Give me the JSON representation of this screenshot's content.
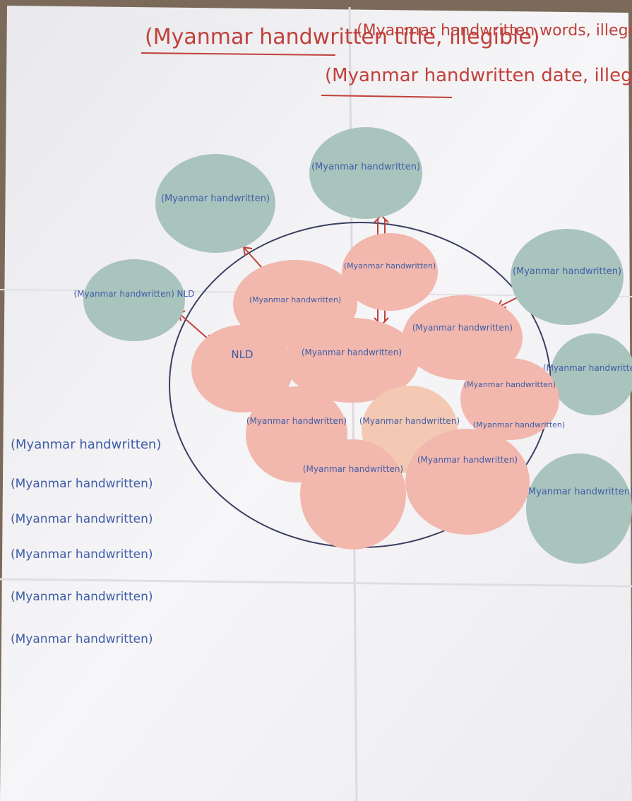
{
  "poster": {
    "title": "(Myanmar handwritten title, illegible)",
    "title_right": "(Myanmar handwritten words, illegible)",
    "date": "(Myanmar handwritten date, illegible)",
    "paper_color": "#f4f3f4",
    "ink_red": "#c0403a",
    "ink_blue": "#3f5ea8"
  },
  "outer_circles": [
    {
      "text": "(Myanmar handwritten)",
      "color": "#a9c3bd"
    },
    {
      "text": "(Myanmar handwritten)",
      "color": "#a9c3bd"
    },
    {
      "text": "(Myanmar handwritten) NLD",
      "color": "#a9c3bd"
    },
    {
      "text": "(Myanmar handwritten)",
      "color": "#a9c3bd"
    },
    {
      "text": "(Myanmar handwritten)",
      "color": "#a9c3bd"
    },
    {
      "text": "(Myanmar handwritten)",
      "color": "#a9c3bd"
    }
  ],
  "inner_circles": [
    {
      "text": "(Myanmar handwritten)",
      "color": "#f2b7ad"
    },
    {
      "text": "(Myanmar handwritten)",
      "color": "#f2b7ad"
    },
    {
      "text": "NLD",
      "color": "#f2b7ad"
    },
    {
      "text": "(Myanmar handwritten)",
      "color": "#f2b7ad"
    },
    {
      "text": "(Myanmar handwritten)",
      "color": "#f2b7ad"
    },
    {
      "text": "(Myanmar handwritten)",
      "color": "#f2b7ad"
    },
    {
      "text": "(Myanmar handwritten)",
      "color": "#f2b7ad"
    },
    {
      "text": "(Myanmar handwritten)",
      "color": "#f2b7ad"
    },
    {
      "text": "(Myanmar handwritten)",
      "color": "#f2b7ad"
    },
    {
      "text": "(Myanmar handwritten)",
      "color": "#f2b7ad"
    },
    {
      "text": "(Myanmar handwritten)",
      "color": "#f2b7ad"
    }
  ],
  "participants": {
    "heading": "(Myanmar handwritten)",
    "names": [
      "(Myanmar handwritten)",
      "(Myanmar handwritten)",
      "(Myanmar handwritten)",
      "(Myanmar handwritten)",
      "(Myanmar handwritten)"
    ]
  }
}
